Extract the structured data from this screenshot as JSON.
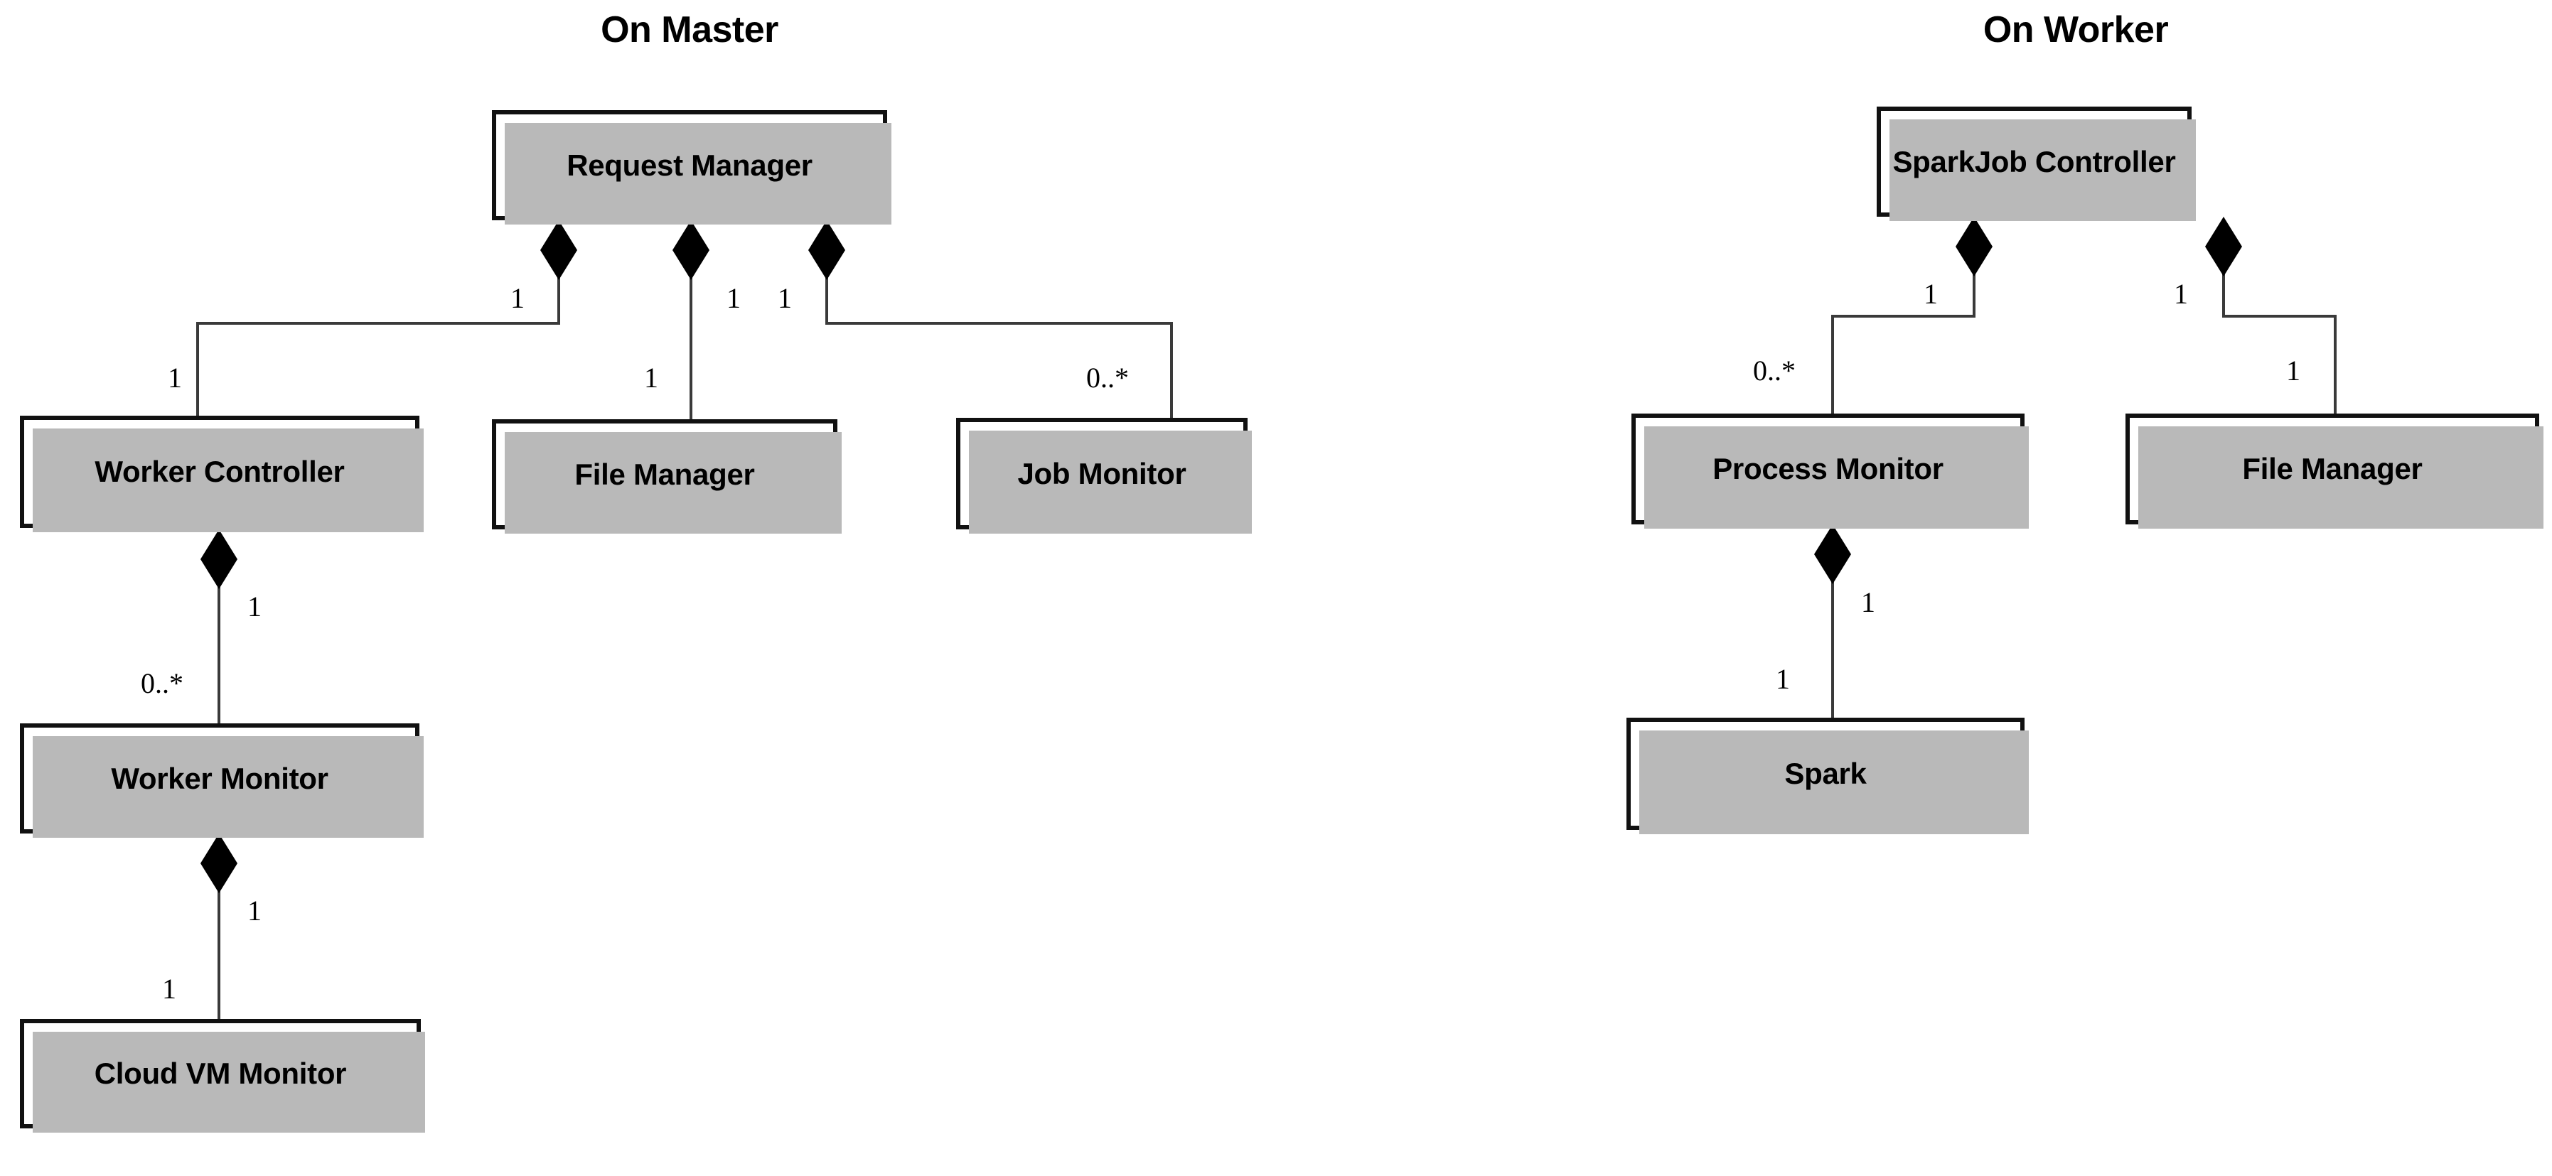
{
  "diagram": {
    "type": "uml-class-composition-diagram",
    "background_color": "#ffffff",
    "box_border_color": "#111111",
    "box_fill_color": "#ffffff",
    "shadow_color": "#b9b9b9",
    "connector_color": "#3a3a3a",
    "diamond_color": "#000000"
  },
  "sections": [
    {
      "id": "master",
      "title": "On Master"
    },
    {
      "id": "worker",
      "title": "On Worker"
    }
  ],
  "boxes": {
    "request_manager": "Request Manager",
    "worker_controller": "Worker Controller",
    "file_manager_master": "File Manager",
    "job_monitor": "Job Monitor",
    "worker_monitor": "Worker Monitor",
    "cloud_vm_monitor": "Cloud VM Monitor",
    "sparkjob_controller": "SparkJob Controller",
    "process_monitor": "Process Monitor",
    "file_manager_worker": "File Manager",
    "spark": "Spark"
  },
  "multiplicities": {
    "rm_wc_near": "1",
    "rm_wc_far": "1",
    "rm_fm_near": "1",
    "rm_fm_far": "1",
    "rm_jm_near": "1",
    "rm_jm_far": "0..*",
    "wc_wm_near": "1",
    "wc_wm_far": "0..*",
    "wm_cvm_near": "1",
    "wm_cvm_far": "1",
    "sjc_pm_near": "1",
    "sjc_pm_far": "0..*",
    "sjc_fm_near": "1",
    "sjc_fm_far": "1",
    "pm_spark_near": "1",
    "pm_spark_far": "1"
  },
  "relationships": [
    {
      "from": "Request Manager",
      "to": "Worker Controller",
      "kind": "composition",
      "source_multiplicity": "1",
      "target_multiplicity": "1"
    },
    {
      "from": "Request Manager",
      "to": "File Manager",
      "kind": "composition",
      "source_multiplicity": "1",
      "target_multiplicity": "1"
    },
    {
      "from": "Request Manager",
      "to": "Job Monitor",
      "kind": "composition",
      "source_multiplicity": "1",
      "target_multiplicity": "0..*"
    },
    {
      "from": "Worker Controller",
      "to": "Worker Monitor",
      "kind": "composition",
      "source_multiplicity": "1",
      "target_multiplicity": "0..*"
    },
    {
      "from": "Worker Monitor",
      "to": "Cloud VM Monitor",
      "kind": "composition",
      "source_multiplicity": "1",
      "target_multiplicity": "1"
    },
    {
      "from": "SparkJob Controller",
      "to": "Process Monitor",
      "kind": "composition",
      "source_multiplicity": "1",
      "target_multiplicity": "0..*"
    },
    {
      "from": "SparkJob Controller",
      "to": "File Manager",
      "kind": "composition",
      "source_multiplicity": "1",
      "target_multiplicity": "1"
    },
    {
      "from": "Process Monitor",
      "to": "Spark",
      "kind": "composition",
      "source_multiplicity": "1",
      "target_multiplicity": "1"
    }
  ]
}
